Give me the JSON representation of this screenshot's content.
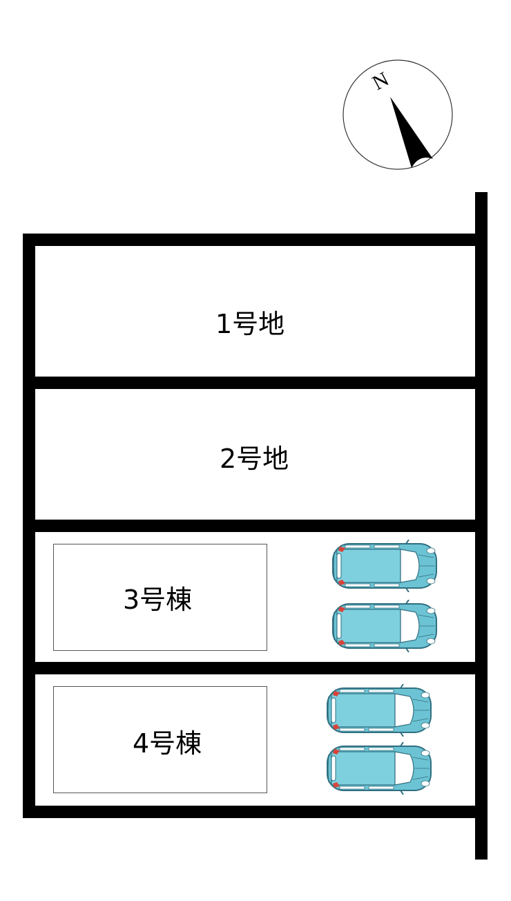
{
  "compass": {
    "label": "N",
    "icon": "north-arrow-icon"
  },
  "lots": [
    {
      "id": "lot-1",
      "label": "1号地",
      "type": "land"
    },
    {
      "id": "lot-2",
      "label": "2号地",
      "type": "land"
    },
    {
      "id": "lot-3",
      "label": "3号棟",
      "type": "building",
      "parking_spaces": 2
    },
    {
      "id": "lot-4",
      "label": "4号棟",
      "type": "building",
      "parking_spaces": 2
    }
  ],
  "colors": {
    "boundary": "#000000",
    "car_body": "#6cc3d3",
    "car_outline": "#2f6f80",
    "car_light": "#d8443a"
  }
}
